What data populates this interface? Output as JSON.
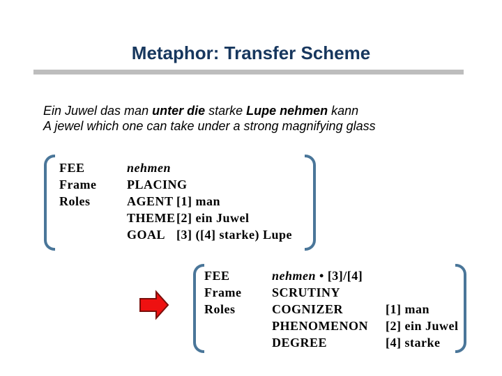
{
  "title": "Metaphor: Transfer Scheme",
  "colors": {
    "title_color": "#17375e",
    "divider_color": "#bdbdbd",
    "bracket_color": "#4a7699",
    "arrow_fill": "#ee1111",
    "arrow_outline": "#7a0f0b"
  },
  "sentence": {
    "german_parts": {
      "p1": "Ein Juwel das man ",
      "b1": "unter die",
      "p2": " starke ",
      "b2": "Lupe nehmen",
      "p3": " kann"
    },
    "english": "A jewel which one can take under a strong magnifying glass"
  },
  "frame1": {
    "label_fee": "FEE",
    "label_frame": "Frame",
    "label_roles": "Roles",
    "fee_value": "nehmen",
    "frame_value": "PLACING",
    "roles": [
      {
        "name": "AGENT",
        "value": "[1] man"
      },
      {
        "name": "THEME",
        "value": "[2] ein Juwel"
      },
      {
        "name": "GOAL",
        "value": "[3] ([4] starke) Lupe"
      }
    ]
  },
  "frame2": {
    "label_fee": "FEE",
    "label_frame": "Frame",
    "label_roles": "Roles",
    "fee_value_lex": "nehmen",
    "fee_value_rest": " • [3]/[4]",
    "frame_value": "SCRUTINY",
    "roles": [
      {
        "name": "COGNIZER",
        "value": "[1] man"
      },
      {
        "name": "PHENOMENON",
        "value": "[2] ein Juwel"
      },
      {
        "name": "DEGREE",
        "value": "[4] starke"
      }
    ]
  }
}
